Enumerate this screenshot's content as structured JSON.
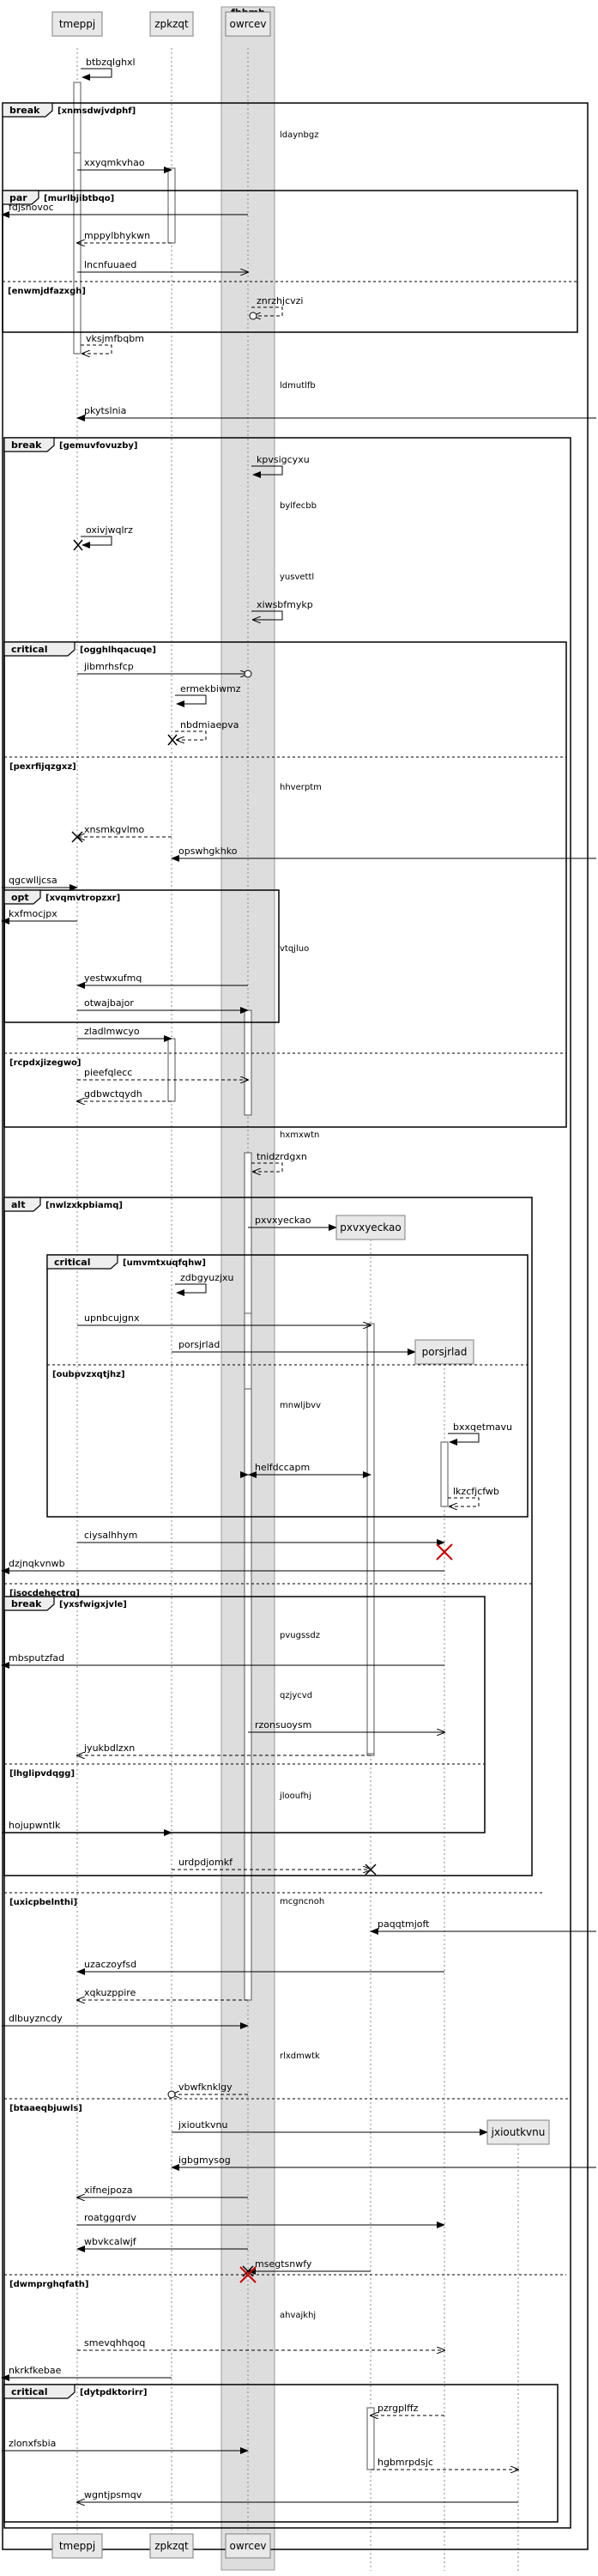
{
  "box": {
    "title": "fbbmb"
  },
  "participants": [
    {
      "id": "tmeppj",
      "label": "tmeppj"
    },
    {
      "id": "zpkzqt",
      "label": "zpkzqt"
    },
    {
      "id": "owrcev",
      "label": "owrcev"
    },
    {
      "id": "pxvxyeckao",
      "label": "pxvxyeckao"
    },
    {
      "id": "porsjrlad",
      "label": "porsjrlad"
    },
    {
      "id": "jxioutkvnu",
      "label": "jxioutkvnu"
    }
  ],
  "fragments": [
    {
      "kind": "break",
      "condition": "xnmsdwjvdphf"
    },
    {
      "kind": "par",
      "condition": "murlbjibtbqo"
    },
    {
      "kind": "",
      "condition": "enwmjdfazxgh"
    },
    {
      "kind": "break",
      "condition": "gemuvfovuzby"
    },
    {
      "kind": "critical",
      "condition": "ogghlhqacuqe"
    },
    {
      "kind": "",
      "condition": "pexrfijqzgxz"
    },
    {
      "kind": "opt",
      "condition": "xvqmvtropzxr"
    },
    {
      "kind": "",
      "condition": "rcpdxjizegwo"
    },
    {
      "kind": "alt",
      "condition": "nwlzxkpbiamq"
    },
    {
      "kind": "critical",
      "condition": "umvmtxuqfqhw"
    },
    {
      "kind": "",
      "condition": "oubpvzxqtjhz"
    },
    {
      "kind": "",
      "condition": "isocdehectrq"
    },
    {
      "kind": "break",
      "condition": "yxsfwigxjvle"
    },
    {
      "kind": "",
      "condition": "lhglipvdqgg"
    },
    {
      "kind": "",
      "condition": "uxicpbelnthi"
    },
    {
      "kind": "",
      "condition": "btaaeqbjuwls"
    },
    {
      "kind": "",
      "condition": "dwmprghqfath"
    },
    {
      "kind": "critical",
      "condition": "dytpdktorirr"
    }
  ],
  "messages": [
    {
      "text": "btbzqlghxl"
    },
    {
      "text": "xxyqmkvhao"
    },
    {
      "text": "fdjsnovoc"
    },
    {
      "text": "mppylbhykwn"
    },
    {
      "text": "lncnfuuaed"
    },
    {
      "text": "znrzhjcvzi"
    },
    {
      "text": "vksjmfbqbm"
    },
    {
      "text": "pkytslnia"
    },
    {
      "text": "kpvsigcyxu"
    },
    {
      "text": "oxivjwqlrz"
    },
    {
      "text": "xiwsbfmykp"
    },
    {
      "text": "jibmrhsfcp"
    },
    {
      "text": "ermekbiwmz"
    },
    {
      "text": "nbdmiaepva"
    },
    {
      "text": "xnsmkgvlmo"
    },
    {
      "text": "opswhgkhko"
    },
    {
      "text": "qgcwlljcsa"
    },
    {
      "text": "kxfmocjpx"
    },
    {
      "text": "yestwxufmq"
    },
    {
      "text": "otwajbajor"
    },
    {
      "text": "zladlmwcyo"
    },
    {
      "text": "pieefqlecc"
    },
    {
      "text": "gdbwctqydh"
    },
    {
      "text": "tnidzrdgxn"
    },
    {
      "text": "pxvxyeckao"
    },
    {
      "text": "zdbgyuzjxu"
    },
    {
      "text": "upnbcujgnx"
    },
    {
      "text": "porsjrlad"
    },
    {
      "text": "bxxqetmavu"
    },
    {
      "text": "helfdccapm"
    },
    {
      "text": "lkzcfjcfwb"
    },
    {
      "text": "ciysalhhym"
    },
    {
      "text": "dzjnqkvnwb"
    },
    {
      "text": "mbsputzfad"
    },
    {
      "text": "rzonsuoysm"
    },
    {
      "text": "jyukbdlzxn"
    },
    {
      "text": "hojupwntlk"
    },
    {
      "text": "urdpdjomkf"
    },
    {
      "text": "paqqtmjoft"
    },
    {
      "text": "uzaczoyfsd"
    },
    {
      "text": "xqkuzppire"
    },
    {
      "text": "dlbuyzncdy"
    },
    {
      "text": "vbwfknklgy"
    },
    {
      "text": "jxioutkvnu"
    },
    {
      "text": "igbgmysog"
    },
    {
      "text": "xifnejpoza"
    },
    {
      "text": "roatggqrdv"
    },
    {
      "text": "wbvkcalwjf"
    },
    {
      "text": "msegtsnwfy"
    },
    {
      "text": "smevqhhqoq"
    },
    {
      "text": "nkrkfkebae"
    },
    {
      "text": "pzrgplffz"
    },
    {
      "text": "zlonxfsbia"
    },
    {
      "text": "hgbmrpdsjc"
    },
    {
      "text": "wgntjpsmqv"
    }
  ],
  "notes": [
    {
      "text": "ldaynbgz"
    },
    {
      "text": "ldmutlfb"
    },
    {
      "text": "bylfecbb"
    },
    {
      "text": "yusvettl"
    },
    {
      "text": "hhverptm"
    },
    {
      "text": "vtqjluo"
    },
    {
      "text": "hxmxwtn"
    },
    {
      "text": "mnwljbvv"
    },
    {
      "text": "pvugssdz"
    },
    {
      "text": "qzjycvd"
    },
    {
      "text": "jlooufhj"
    },
    {
      "text": "mcgncnoh"
    },
    {
      "text": "rlxdmwtk"
    },
    {
      "text": "ahvajkhj"
    }
  ]
}
